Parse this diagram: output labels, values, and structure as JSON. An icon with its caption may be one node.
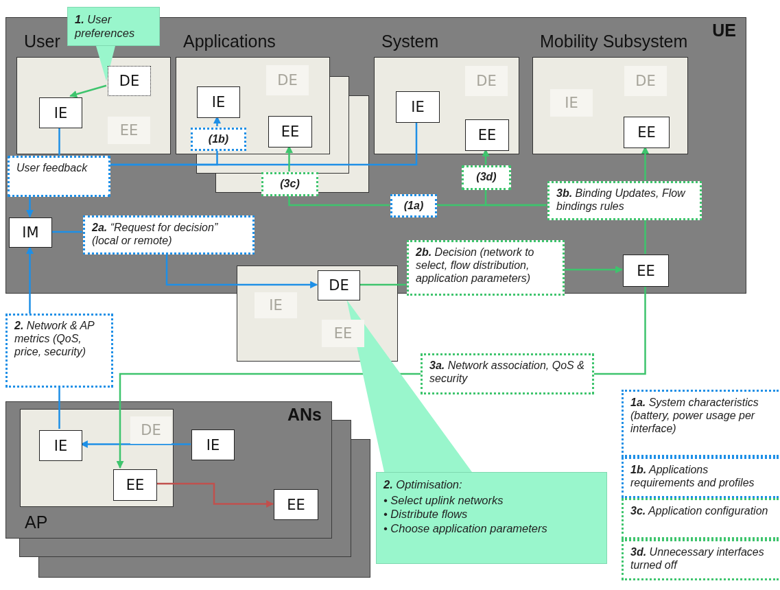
{
  "diagram": {
    "nodes": [
      {
        "text": [
          "UE"
        ]
      },
      {
        "text": [
          "User"
        ],
        "in": 0
      },
      {
        "text": [
          "DE"
        ],
        "in": 1
      },
      {
        "text": [
          "IE"
        ],
        "in": 1
      },
      {
        "text": [
          "EE"
        ],
        "in": 1
      },
      {
        "text": [
          "Applications"
        ],
        "in": 0
      },
      {
        "text": [
          "DE"
        ],
        "in": 5
      },
      {
        "text": [
          "IE"
        ],
        "in": 5
      },
      {
        "text": [
          "EE"
        ],
        "in": 5
      },
      {
        "text": [
          "System"
        ],
        "in": 0
      },
      {
        "text": [
          "DE"
        ],
        "in": 9
      },
      {
        "text": [
          "IE"
        ],
        "in": 9
      },
      {
        "text": [
          "EE"
        ],
        "in": 9
      },
      {
        "text": [
          "Mobility Subsystem"
        ],
        "in": 0
      },
      {
        "text": [
          "IE"
        ],
        "in": 13
      },
      {
        "text": [
          "DE"
        ],
        "in": 13
      },
      {
        "text": [
          "EE"
        ],
        "in": 13
      },
      {
        "text": [
          "**1.** User preferences"
        ]
      },
      {
        "text": [
          "(1b)"
        ],
        "in": 5
      },
      {
        "text": [
          "(3c)"
        ],
        "in": 0
      },
      {
        "text": [
          "User feedback"
        ],
        "in": 0
      },
      {
        "text": [
          "(3d)"
        ],
        "in": 0
      },
      {
        "text": [
          "(1a)"
        ],
        "in": 0
      },
      {
        "text": [
          "**3b.** Binding Updates, Flow bindings rules"
        ],
        "in": 0
      },
      {
        "text": [
          "IM"
        ],
        "in": 0
      },
      {
        "text": [
          "**2a.** “Request for decision” (local or remote)"
        ],
        "in": 0
      },
      {
        "text": [],
        "shape": "box"
      },
      {
        "text": [
          "DE"
        ],
        "in": 26
      },
      {
        "text": [
          "IE"
        ],
        "in": 26
      },
      {
        "text": [
          "EE"
        ],
        "in": 26
      },
      {
        "text": [
          "**2b.** Decision (network to select, flow distribution, application parameters)"
        ],
        "in": 0
      },
      {
        "text": [
          "EE"
        ],
        "in": 0
      },
      {
        "text": [
          "**2.** Network & AP metrics (QoS, price, security)"
        ]
      },
      {
        "text": [
          "**3a.** Network association, QoS & security"
        ]
      },
      {
        "text": [
          "ANs"
        ]
      },
      {
        "text": [
          "AP"
        ],
        "in": 34
      },
      {
        "text": [
          "IE"
        ],
        "in": 35
      },
      {
        "text": [
          "DE"
        ],
        "in": 35
      },
      {
        "text": [
          "EE"
        ],
        "in": 35
      },
      {
        "text": [
          "IE"
        ],
        "in": 34
      },
      {
        "text": [
          "EE"
        ],
        "in": 34
      },
      {
        "text": [
          "**2.** Optimisation:",
          "• Select uplink networks",
          "• Distribute flows",
          "• Choose application parameters"
        ]
      },
      {
        "text": [
          "**1a.** System characteristics (battery, power usage per interface)"
        ]
      },
      {
        "text": [
          "**1b.** Applications requirements and profiles"
        ]
      },
      {
        "text": [
          "**3c.** Application configuration"
        ]
      },
      {
        "text": [
          "**3d.** Unnecessary interfaces turned off"
        ]
      }
    ],
    "edges": [
      {
        "from": 2,
        "to": 3,
        "arrow": "to"
      },
      {
        "from": 17,
        "to": 2,
        "arrow": "to",
        "color": "#99f6cc"
      },
      {
        "from": 3,
        "to": 20,
        "arrow": "none",
        "color": "#1e8fe6"
      },
      {
        "from": 18,
        "to": 7,
        "arrow": "to",
        "color": "#1e8fe6"
      },
      {
        "from": 18,
        "to": 20,
        "arrow": "none",
        "color": "#1e8fe6"
      },
      {
        "from": 11,
        "to": 20,
        "arrow": "none",
        "color": "#1e8fe6"
      },
      {
        "from": 20,
        "to": 24,
        "arrow": "to",
        "color": "#1e8fe6"
      },
      {
        "from": 24,
        "to": 25,
        "arrow": "none",
        "color": "#1e8fe6"
      },
      {
        "from": 25,
        "to": 27,
        "arrow": "to",
        "color": "#1e8fe6"
      },
      {
        "from": 32,
        "to": 24,
        "arrow": "to",
        "color": "#1e8fe6"
      },
      {
        "from": 36,
        "to": 32,
        "arrow": "none",
        "color": "#1e8fe6"
      },
      {
        "from": 39,
        "to": 36,
        "arrow": "to",
        "color": "#1e8fe6"
      },
      {
        "from": 27,
        "to": 30,
        "arrow": "none"
      },
      {
        "from": 30,
        "to": 31,
        "arrow": "to"
      },
      {
        "from": 31,
        "to": 23,
        "arrow": "none"
      },
      {
        "from": 23,
        "to": 16,
        "arrow": "to"
      },
      {
        "from": 23,
        "to": 22,
        "arrow": "none"
      },
      {
        "from": 22,
        "to": 19,
        "arrow": "none"
      },
      {
        "from": 19,
        "to": 8,
        "arrow": "to"
      },
      {
        "from": 23,
        "to": 21,
        "arrow": "none"
      },
      {
        "from": 21,
        "to": 12,
        "arrow": "to"
      },
      {
        "from": 31,
        "to": 33,
        "arrow": "none"
      },
      {
        "from": 33,
        "to": 38,
        "arrow": "to"
      },
      {
        "from": 38,
        "to": 40,
        "arrow": "to",
        "color": "#c0504d"
      },
      {
        "from": 41,
        "to": 27,
        "arrow": "to",
        "color": "#99f6cc"
      }
    ]
  }
}
